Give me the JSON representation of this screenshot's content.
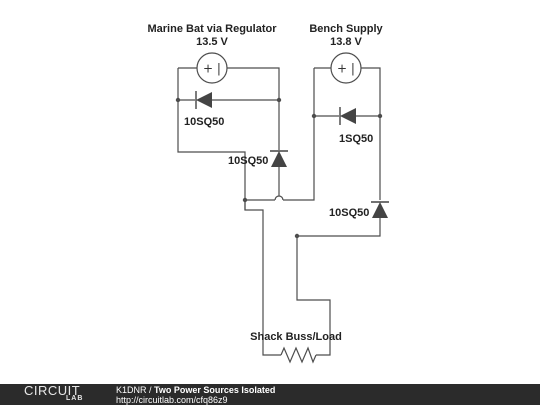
{
  "sources": {
    "left": {
      "name": "Marine Bat via Regulator",
      "voltage": "13.5 V"
    },
    "right": {
      "name": "Bench Supply",
      "voltage": "13.8 V"
    }
  },
  "diodes": {
    "d1": "10SQ50",
    "d2": "10SQ50",
    "d3": "1SQ50",
    "d4": "10SQ50"
  },
  "load": {
    "name": "Shack Buss/Load"
  },
  "footer": {
    "logo_top": "CIRCUIT",
    "logo_bottom": "LAB",
    "author": "K1DNR",
    "separator": " / ",
    "title": "Two Power Sources Isolated",
    "url": "http://circuitlab.com/cfq86z9"
  }
}
